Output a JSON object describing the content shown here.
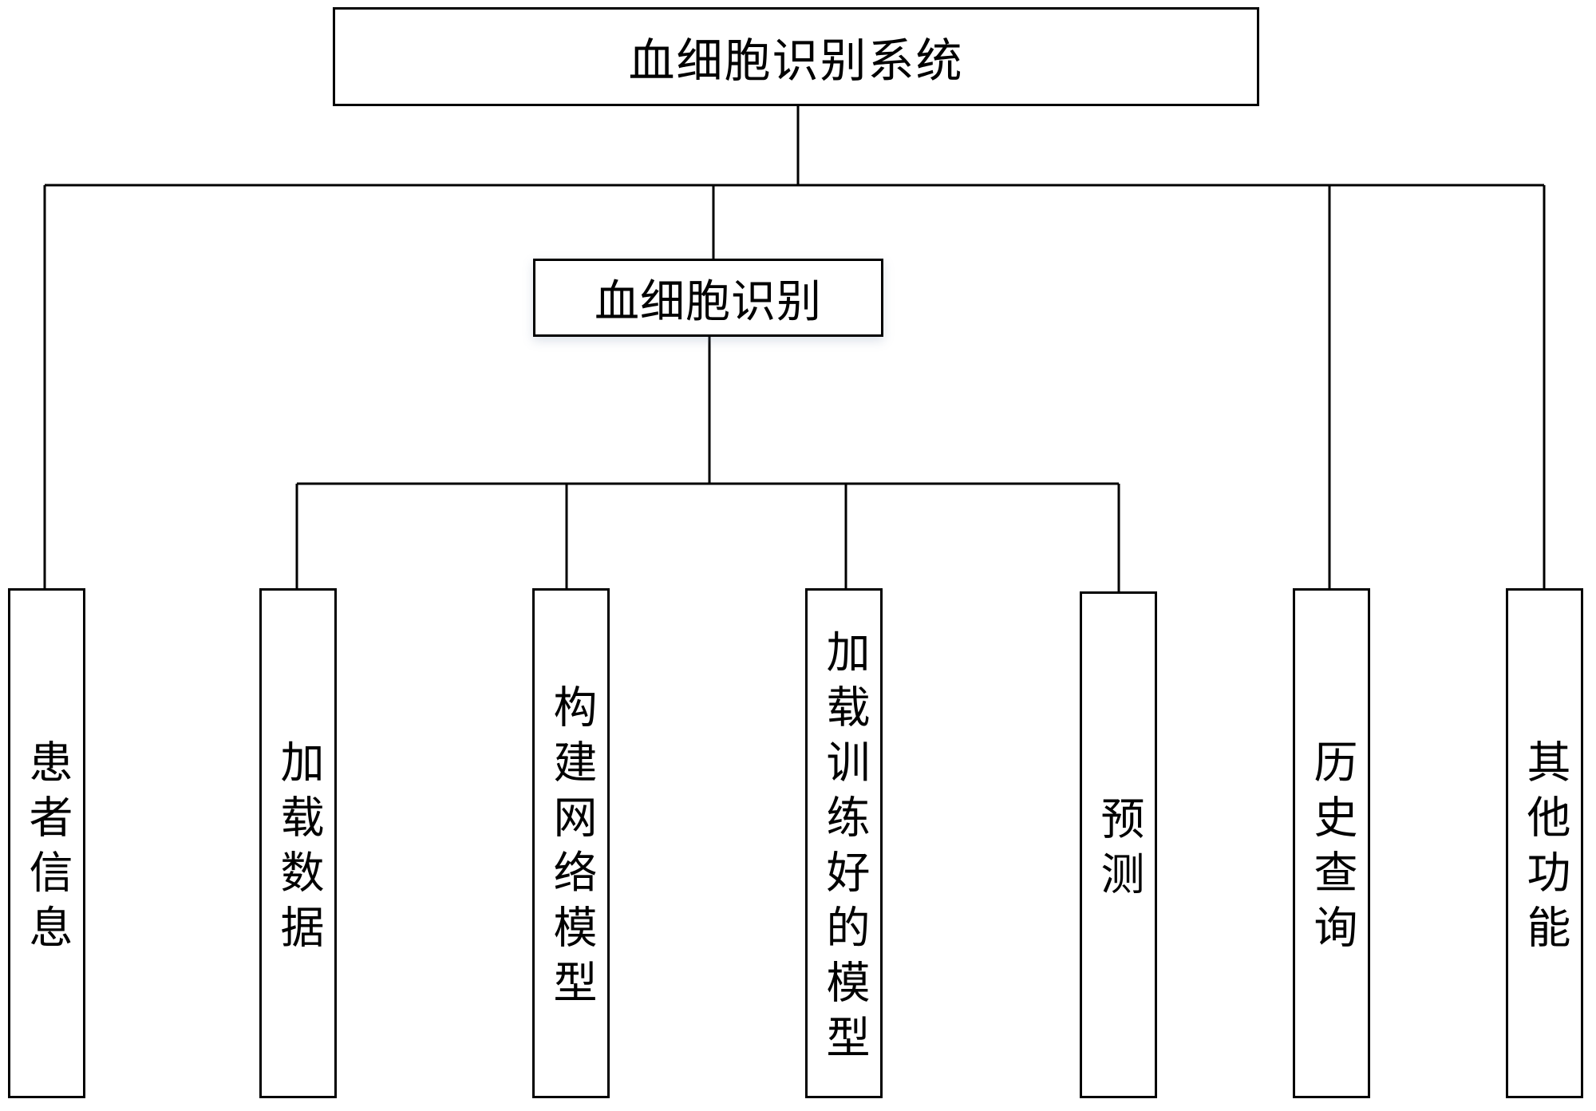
{
  "diagram": {
    "root": {
      "label": "血细胞识别系统"
    },
    "patient_info": {
      "label": "患者信息"
    },
    "blood_cell_recognition": {
      "label": "血细胞识别",
      "children": [
        "加载数据",
        "构建网络模型",
        "加载训练好的模型",
        "预测"
      ]
    },
    "history_query": {
      "label": "历史查询"
    },
    "other_functions": {
      "label": "其他功能"
    }
  }
}
